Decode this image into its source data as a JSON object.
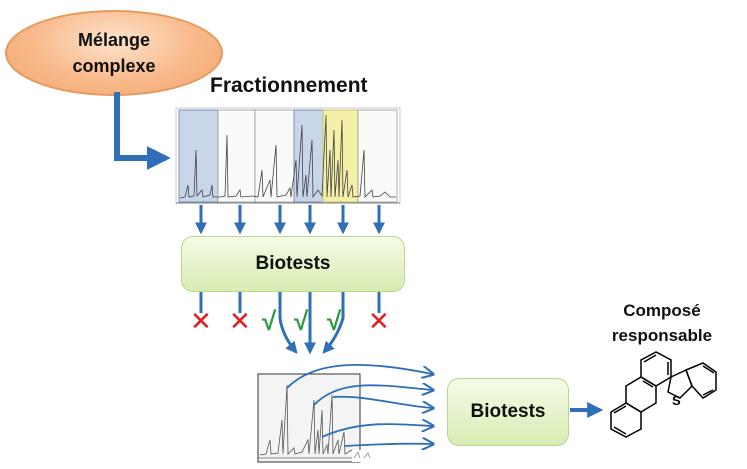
{
  "start": {
    "label": "Mélange\ncomplexe"
  },
  "fractionation": {
    "title": "Fractionnement",
    "fraction_count": 6
  },
  "biotests_main": {
    "label": "Biotests"
  },
  "results": [
    {
      "status": "rejected",
      "symbol": "✕"
    },
    {
      "status": "rejected",
      "symbol": "✕"
    },
    {
      "status": "active",
      "symbol": "√"
    },
    {
      "status": "active",
      "symbol": "√"
    },
    {
      "status": "active",
      "symbol": "√"
    },
    {
      "status": "rejected",
      "symbol": "✕"
    }
  ],
  "biotests_second": {
    "label": "Biotests"
  },
  "final": {
    "label": "Composé\nresponsable",
    "structure_icon": "benzothiophene-structure",
    "heteroatom": "S"
  },
  "colors": {
    "arrow": "#2e6fb7",
    "check": "#2a9a3a",
    "cross": "#e02020",
    "ellipse": "#f6a96f",
    "box": "#d8ecb2"
  }
}
